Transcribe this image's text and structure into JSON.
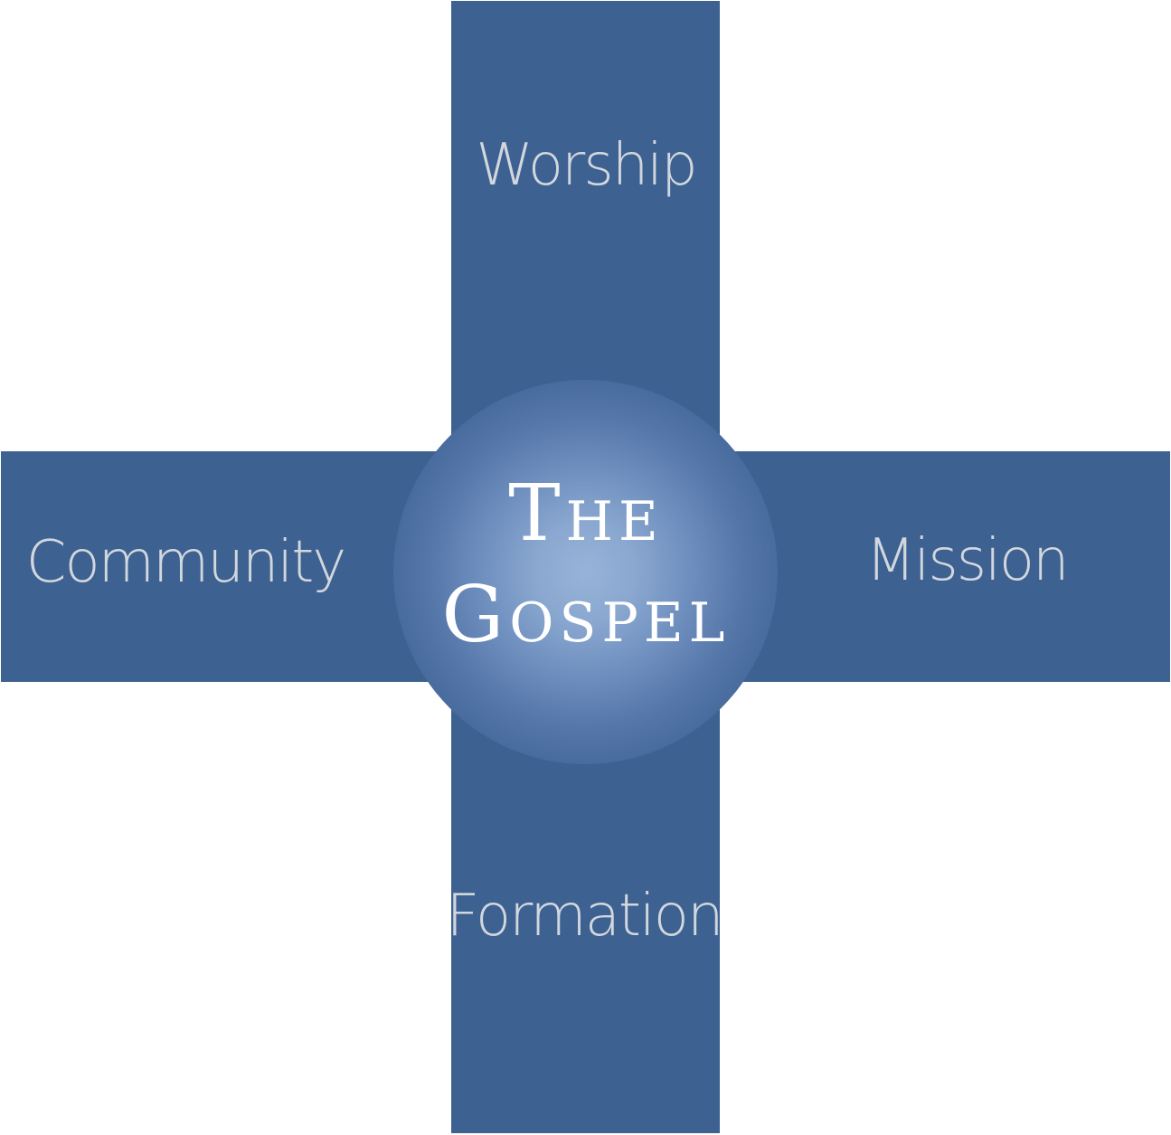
{
  "center": {
    "line1": "The",
    "line2": "Gospel"
  },
  "arms": {
    "top": "Worship",
    "left": "Community",
    "right": "Mission",
    "bottom": "Formation"
  },
  "colors": {
    "cross": "#3d6190",
    "hub_glow": "#97b3d8",
    "label_text": "#d2d7de",
    "center_text": "#ffffff",
    "background": "#ffffff"
  }
}
